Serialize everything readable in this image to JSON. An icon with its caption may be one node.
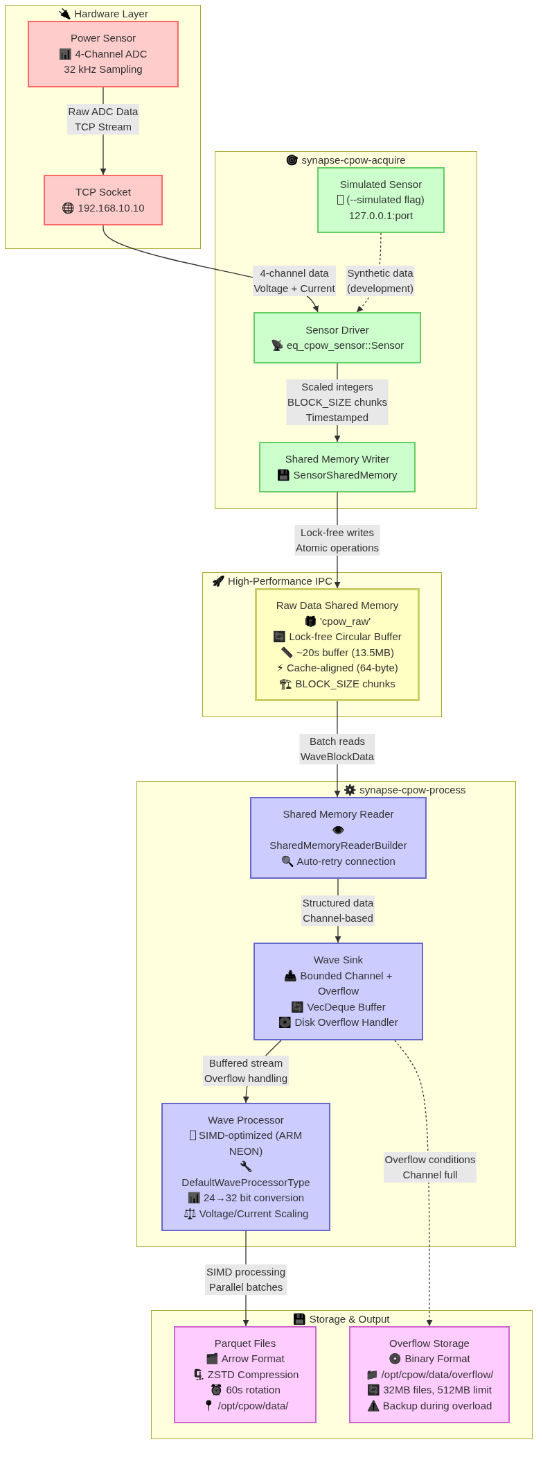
{
  "diagram": {
    "nodes": [
      {
        "text": [
          "🔌 Hardware Layer"
        ]
      },
      {
        "text": [
          "Power Sensor",
          "📊 4-Channel ADC",
          "32 kHz Sampling"
        ],
        "in": 0
      },
      {
        "text": [
          "TCP Socket",
          "🌐 192.168.10.10"
        ],
        "in": 0
      },
      {
        "text": [
          "🎯 synapse-cpow-acquire"
        ]
      },
      {
        "text": [
          "Simulated Sensor",
          "(--simulated flag)",
          "127.0.0.1:port"
        ],
        "in": 3
      },
      {
        "text": [
          "Sensor Driver",
          "📡 eq_cpow_sensor::Sensor"
        ],
        "in": 3
      },
      {
        "text": [
          "Shared Memory Writer",
          "💾 SensorSharedMemory"
        ],
        "in": 3
      },
      {
        "text": [
          "🚀 High-Performance IPC"
        ]
      },
      {
        "text": [
          "Raw Data Shared Memory",
          "🎁 'cpow_raw'",
          "🔄 Lock-free Circular Buffer",
          "📏 ~20s buffer (13.5MB)",
          "⚡ Cache-aligned (64-byte)",
          "🏗️ BLOCK_SIZE chunks"
        ],
        "in": 7
      },
      {
        "text": [
          "⚙️ synapse-cpow-process"
        ]
      },
      {
        "text": [
          "Shared Memory Reader",
          "👁️ SharedMemoryReaderBuilder",
          "🔍 Auto-retry connection"
        ],
        "in": 9
      },
      {
        "text": [
          "Wave Sink",
          "📥 Bounded Channel + Overflow",
          "🔄 VecDeque Buffer",
          "💽 Disk Overflow Handler"
        ],
        "in": 9
      },
      {
        "text": [
          "Wave Processor",
          "SIMD-optimized (ARM NEON)",
          "🔧 DefaultWaveProcessorType",
          "📊 24→32 bit conversion",
          "⚖️ Voltage/Current Scaling"
        ],
        "in": 9
      },
      {
        "text": [
          "💾 Storage & Output"
        ]
      },
      {
        "text": [
          "Parquet Files",
          "🗂️ Arrow Format",
          "🗜️ ZSTD Compression",
          "⏰ 60s rotation",
          "📍 /opt/cpow/data/"
        ],
        "in": 13
      },
      {
        "text": [
          "Overflow Storage",
          "💿 Binary Format",
          "📁 /opt/cpow/data/overflow/",
          "🔄 32MB files, 512MB limit",
          "⚠️ Backup during overload"
        ],
        "in": 13
      }
    ],
    "edges": [
      {
        "from": 1,
        "to": 2,
        "arrow": "to",
        "label": "Raw ADC Data TCP Stream"
      },
      {
        "from": 2,
        "to": 5,
        "arrow": "to",
        "label": "4-channel data Voltage + Current"
      },
      {
        "from": 4,
        "to": 5,
        "arrow": "to",
        "label": "Synthetic data (development)",
        "style": "dashed"
      },
      {
        "from": 5,
        "to": 6,
        "arrow": "to",
        "label": "Scaled integers BLOCK_SIZE chunks Timestamped"
      },
      {
        "from": 6,
        "to": 8,
        "arrow": "to",
        "label": "Lock-free writes Atomic operations"
      },
      {
        "from": 8,
        "to": 10,
        "arrow": "to",
        "label": "Batch reads WaveBlockData"
      },
      {
        "from": 10,
        "to": 11,
        "arrow": "to",
        "label": "Structured data Channel-based"
      },
      {
        "from": 11,
        "to": 12,
        "arrow": "to",
        "label": "Buffered stream Overflow handling"
      },
      {
        "from": 11,
        "to": 15,
        "arrow": "to",
        "label": "Overflow conditions Channel full",
        "style": "dashed"
      },
      {
        "from": 12,
        "to": 14,
        "arrow": "to",
        "label": "SIMD processing Parallel batches"
      }
    ]
  }
}
